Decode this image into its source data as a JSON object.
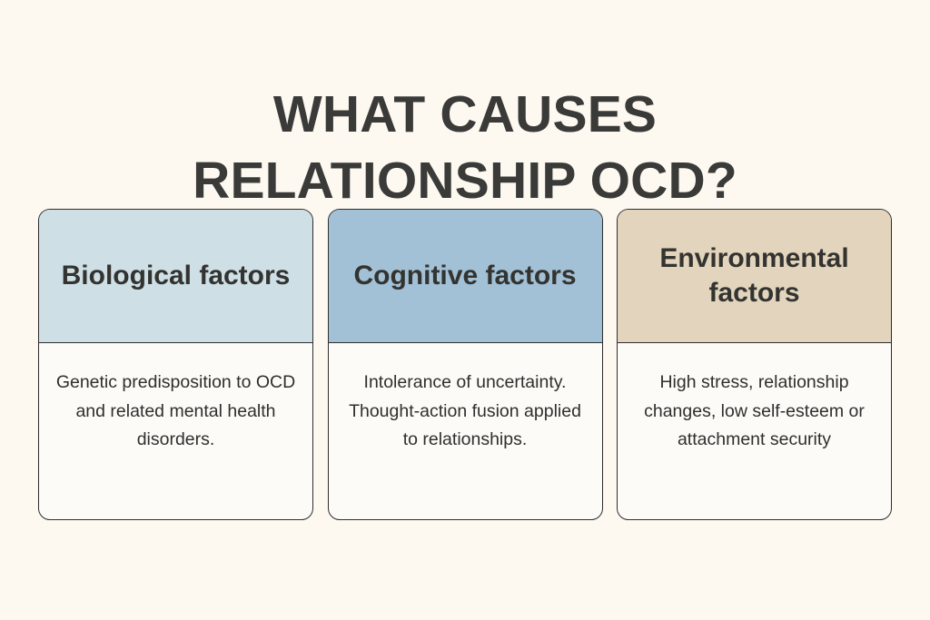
{
  "page": {
    "background_color": "#fdf9f1",
    "title_color": "#3a3a38",
    "card_body_color": "#fdfbf7",
    "border_color": "#2e2e2e"
  },
  "title": {
    "line1": "WHAT CAUSES",
    "line2": "RELATIONSHIP OCD?"
  },
  "cards": [
    {
      "heading": "Biological factors",
      "body": "Genetic predisposition to OCD and related mental health disorders.",
      "header_color": "#cfdfe6"
    },
    {
      "heading": "Cognitive factors",
      "body": "Intolerance of uncertainty. Thought-action fusion applied to relationships.",
      "header_color": "#a2c0d6"
    },
    {
      "heading": "Environmental factors",
      "body": "High stress, relationship changes, low self-esteem or attachment security",
      "header_color": "#e3d5bd"
    }
  ]
}
